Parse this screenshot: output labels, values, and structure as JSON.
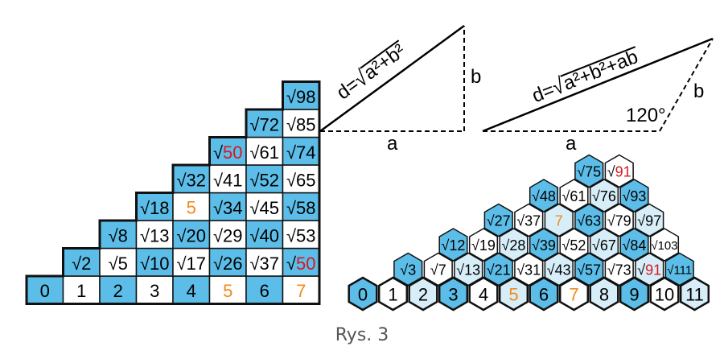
{
  "colors": {
    "blue": "#5bbde8",
    "light_blue": "#d7eef9",
    "white": "#ffffff",
    "border": "#111111",
    "red": "#d71920",
    "orange": "#f08a1c"
  },
  "staircase": {
    "bottom_row": [
      "0",
      "1",
      "2",
      "3",
      "4",
      "5",
      "6",
      "7"
    ],
    "rows": [
      [
        "√98"
      ],
      [
        "√72",
        "√85"
      ],
      [
        "√50",
        "√61",
        "√74"
      ],
      [
        "√32",
        "√41",
        "√52",
        "√65"
      ],
      [
        "√18",
        "5",
        "√34",
        "√45",
        "√58"
      ],
      [
        "√8",
        "√13",
        "√20",
        "√29",
        "√40",
        "√53"
      ],
      [
        "√2",
        "√5",
        "√10",
        "√17",
        "√26",
        "√37",
        "√50"
      ]
    ]
  },
  "hexagons": {
    "bottom_row": [
      "0",
      "1",
      "2",
      "3",
      "4",
      "5",
      "6",
      "7",
      "8",
      "9",
      "10",
      "11"
    ],
    "rows": [
      [
        "√3",
        "√7",
        "√13",
        "√21",
        "√31",
        "√43",
        "√57",
        "√73",
        "√91",
        "√111"
      ],
      [
        "√12",
        "√19",
        "√28",
        "√39",
        "√52",
        "√67",
        "√84",
        "√103"
      ],
      [
        "√27",
        "√37",
        "7",
        "√63",
        "√79",
        "√97"
      ],
      [
        "√48",
        "√61",
        "√76",
        "√93"
      ],
      [
        "√75",
        "√91"
      ]
    ]
  },
  "triangle_right": {
    "formula_prefix": "d=",
    "formula_radicand": "a²+b²",
    "side_a": "a",
    "side_b": "b"
  },
  "triangle_obtuse": {
    "formula_prefix": "d=",
    "formula_radicand": "a²+b²+ab",
    "side_a": "a",
    "side_b": "b",
    "angle": "120°"
  },
  "caption": "Rys. 3"
}
